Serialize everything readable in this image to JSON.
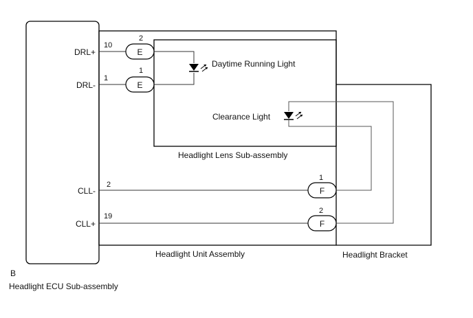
{
  "ecu": {
    "code": "B",
    "name": "Headlight ECU Sub-assembly",
    "terminals": {
      "drl_pos": "DRL+",
      "drl_neg": "DRL-",
      "cll_neg": "CLL-",
      "cll_pos": "CLL+"
    },
    "pins": {
      "drl_pos": "10",
      "drl_neg": "1",
      "cll_neg": "2",
      "cll_pos": "19"
    }
  },
  "connectors": {
    "e_top": {
      "code": "E",
      "pin": "2"
    },
    "e_bottom": {
      "code": "E",
      "pin": "1"
    },
    "f_top": {
      "code": "F",
      "pin": "1"
    },
    "f_bottom": {
      "code": "F",
      "pin": "2"
    }
  },
  "components": {
    "drl_lamp": "Daytime Running Light",
    "clearance_lamp": "Clearance Light"
  },
  "assemblies": {
    "lens": "Headlight Lens Sub-assembly",
    "unit": "Headlight Unit Assembly",
    "bracket": "Headlight Bracket"
  },
  "colors": {
    "line": "#000000",
    "wire": "#333333"
  }
}
